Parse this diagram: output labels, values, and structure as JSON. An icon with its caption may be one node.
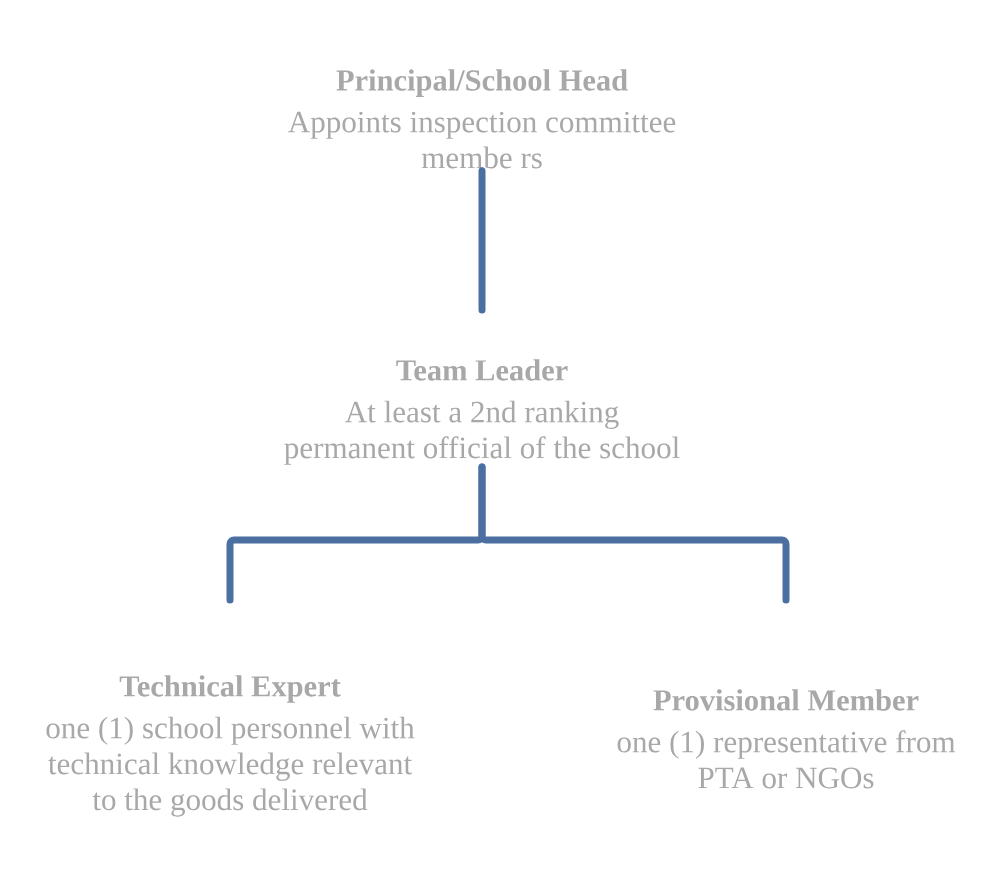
{
  "diagram": {
    "nodes": [
      {
        "text": [
          "Principal/School Head",
          "Appoints inspection committee membe rs"
        ]
      },
      {
        "text": [
          "Team Leader",
          "At least a 2nd ranking permanent official of the school"
        ]
      },
      {
        "text": [
          "Technical Expert",
          "one (1) school personnel with technical knowledge relevant to the goods delivered"
        ]
      },
      {
        "text": [
          "Provisional Member",
          "one (1) representative from PTA or NGOs"
        ]
      }
    ],
    "edges": [
      {
        "from": 0,
        "to": 1,
        "arrow": "none"
      },
      {
        "from": 1,
        "to": 2,
        "arrow": "none"
      },
      {
        "from": 1,
        "to": 3,
        "arrow": "none"
      }
    ]
  }
}
